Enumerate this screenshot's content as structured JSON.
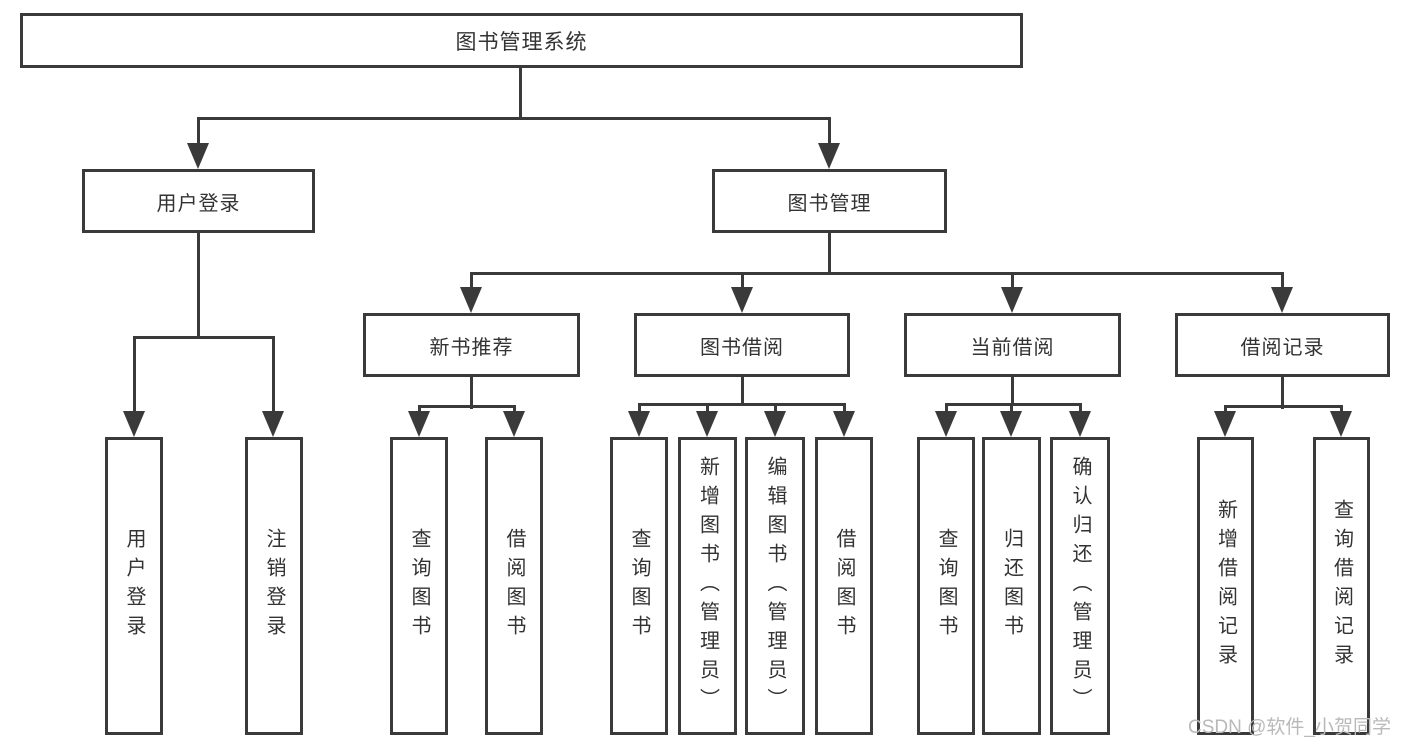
{
  "diagram_title": "图书管理系统",
  "nodes": {
    "root": {
      "label": "图书管理系统"
    },
    "level2": [
      {
        "label": "用户登录"
      },
      {
        "label": "图书管理"
      }
    ],
    "level3": [
      {
        "label": "新书推荐",
        "parent": "图书管理"
      },
      {
        "label": "图书借阅",
        "parent": "图书管理"
      },
      {
        "label": "当前借阅",
        "parent": "图书管理"
      },
      {
        "label": "借阅记录",
        "parent": "图书管理"
      }
    ],
    "leaves": [
      {
        "label": "用户登录",
        "parent": "用户登录"
      },
      {
        "label": "注销登录",
        "parent": "用户登录"
      },
      {
        "label": "查询图书",
        "parent": "新书推荐"
      },
      {
        "label": "借阅图书",
        "parent": "新书推荐"
      },
      {
        "label": "查询图书",
        "parent": "图书借阅"
      },
      {
        "label": "新增图书（管理员）",
        "parent": "图书借阅"
      },
      {
        "label": "编辑图书（管理员）",
        "parent": "图书借阅"
      },
      {
        "label": "借阅图书",
        "parent": "图书借阅"
      },
      {
        "label": "查询图书",
        "parent": "当前借阅"
      },
      {
        "label": "归还图书",
        "parent": "当前借阅"
      },
      {
        "label": "确认归还（管理员）",
        "parent": "当前借阅"
      },
      {
        "label": "新增借阅记录",
        "parent": "借阅记录"
      },
      {
        "label": "查询借阅记录",
        "parent": "借阅记录"
      }
    ]
  },
  "watermark": {
    "text": "CSDN @软件_小贺同学",
    "color": "#b9b9b9"
  },
  "colors": {
    "line": "#3a3a3a",
    "text": "#333333",
    "background": "#ffffff"
  }
}
